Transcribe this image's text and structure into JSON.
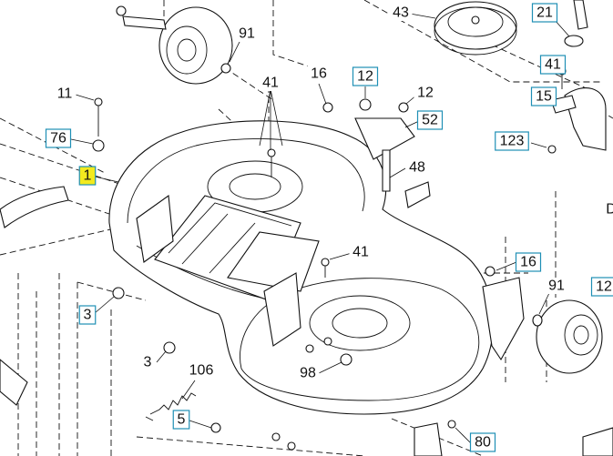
{
  "diagram": {
    "highlight_color": "#f2ea1e",
    "box_color": "#1f8fb5",
    "callouts": [
      {
        "id": "c1",
        "text": "1",
        "boxed": true,
        "highlight": true
      },
      {
        "id": "c3a",
        "text": "3",
        "boxed": true,
        "highlight": false
      },
      {
        "id": "c3b",
        "text": "3",
        "boxed": false,
        "highlight": false
      },
      {
        "id": "c5",
        "text": "5",
        "boxed": true,
        "highlight": false
      },
      {
        "id": "c11",
        "text": "11",
        "boxed": false,
        "highlight": false
      },
      {
        "id": "c12a",
        "text": "12",
        "boxed": true,
        "highlight": false
      },
      {
        "id": "c12b",
        "text": "12",
        "boxed": false,
        "highlight": false
      },
      {
        "id": "c12c",
        "text": "12",
        "boxed": true,
        "highlight": false
      },
      {
        "id": "c15",
        "text": "15",
        "boxed": true,
        "highlight": false
      },
      {
        "id": "c16a",
        "text": "16",
        "boxed": false,
        "highlight": false
      },
      {
        "id": "c16b",
        "text": "16",
        "boxed": true,
        "highlight": false
      },
      {
        "id": "c21",
        "text": "21",
        "boxed": true,
        "highlight": false
      },
      {
        "id": "c41a",
        "text": "41",
        "boxed": false,
        "highlight": false
      },
      {
        "id": "c41b",
        "text": "41",
        "boxed": true,
        "highlight": false
      },
      {
        "id": "c41c",
        "text": "41",
        "boxed": false,
        "highlight": false
      },
      {
        "id": "c43",
        "text": "43",
        "boxed": false,
        "highlight": false
      },
      {
        "id": "c48",
        "text": "48",
        "boxed": false,
        "highlight": false
      },
      {
        "id": "c52",
        "text": "52",
        "boxed": true,
        "highlight": false
      },
      {
        "id": "c76",
        "text": "76",
        "boxed": true,
        "highlight": false
      },
      {
        "id": "c80",
        "text": "80",
        "boxed": true,
        "highlight": false
      },
      {
        "id": "c91a",
        "text": "91",
        "boxed": false,
        "highlight": false
      },
      {
        "id": "c91b",
        "text": "91",
        "boxed": false,
        "highlight": false
      },
      {
        "id": "c98",
        "text": "98",
        "boxed": false,
        "highlight": false
      },
      {
        "id": "c106",
        "text": "106",
        "boxed": false,
        "highlight": false
      },
      {
        "id": "c123",
        "text": "123",
        "boxed": true,
        "highlight": false
      },
      {
        "id": "cD",
        "text": "D",
        "boxed": false,
        "highlight": false
      }
    ]
  }
}
